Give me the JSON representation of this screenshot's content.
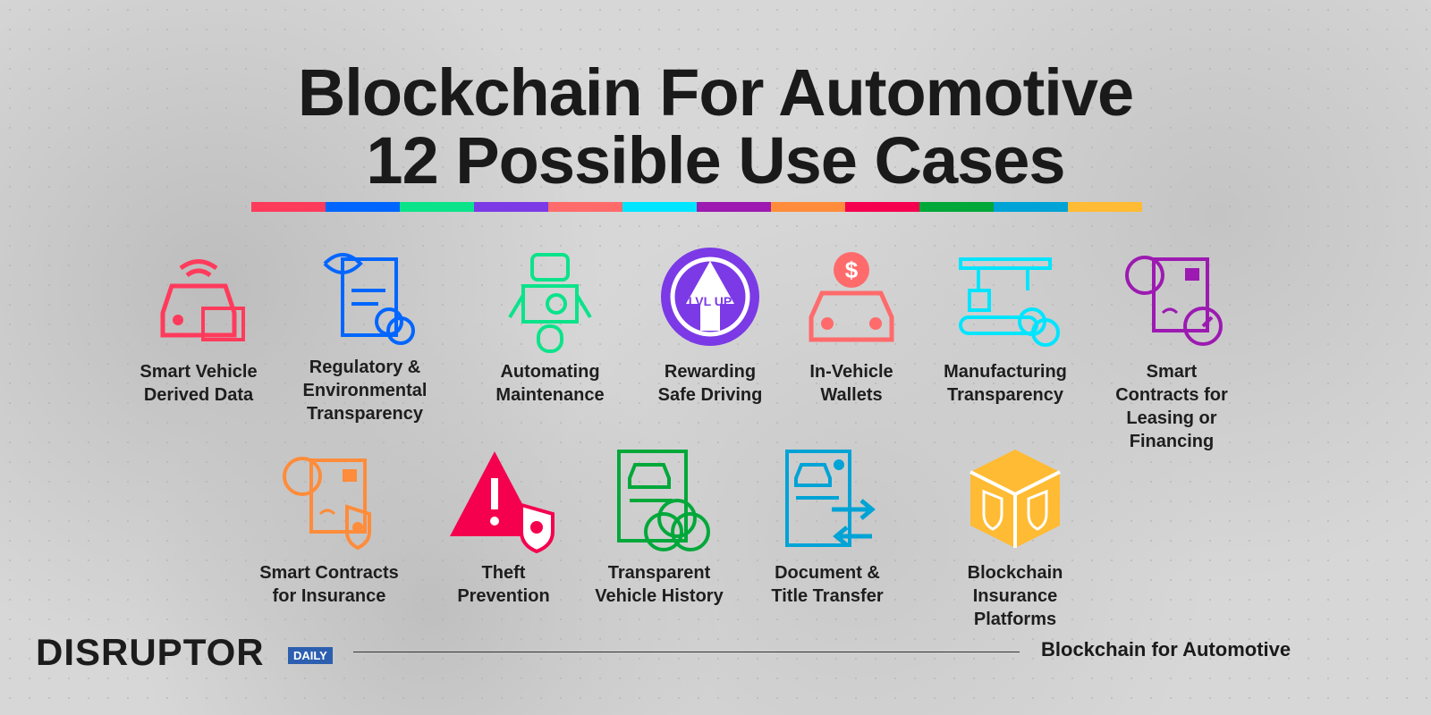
{
  "title_line1": "Blockchain For Automotive",
  "title_line2": "12 Possible Use Cases",
  "color_bar": [
    "#ff3b5c",
    "#0066ff",
    "#0be38a",
    "#7b3ae6",
    "#ff6b6b",
    "#00e5ff",
    "#9c1ab1",
    "#ff8c3a",
    "#f5004f",
    "#00a83a",
    "#00a3d6",
    "#ffbb33"
  ],
  "use_cases": [
    {
      "label": "Smart Vehicle\nDerived Data",
      "icon": "connected-car-icon",
      "color": "#ff3b5c"
    },
    {
      "label": "Regulatory &\nEnvironmental\nTransparency",
      "icon": "eco-document-icon",
      "color": "#0066ff"
    },
    {
      "label": "Automating\nMaintenance",
      "icon": "robot-icon",
      "color": "#0be38a"
    },
    {
      "label": "Rewarding\nSafe Driving",
      "icon": "level-up-badge-icon",
      "color": "#7b3ae6",
      "badge_text": "LVL UP"
    },
    {
      "label": "In-Vehicle\nWallets",
      "icon": "car-dollar-icon",
      "color": "#ff6b6b",
      "badge_text": "$"
    },
    {
      "label": "Manufacturing\nTransparency",
      "icon": "assembly-line-icon",
      "color": "#00e5ff"
    },
    {
      "label": "Smart\nContracts for\nLeasing or\nFinancing",
      "icon": "brain-contract-timer-icon",
      "color": "#9c1ab1"
    },
    {
      "label": "Smart Contracts\nfor Insurance",
      "icon": "brain-contract-shield-icon",
      "color": "#ff8c3a"
    },
    {
      "label": "Theft\nPrevention",
      "icon": "warning-shield-icon",
      "color": "#f5004f",
      "badge_text": "!"
    },
    {
      "label": "Transparent\nVehicle History",
      "icon": "car-document-icon",
      "color": "#00a83a"
    },
    {
      "label": "Document  &\nTitle Transfer",
      "icon": "document-transfer-icon",
      "color": "#00a3d6"
    },
    {
      "label": "Blockchain\nInsurance Platforms",
      "icon": "block-cube-icon",
      "color": "#ffbb33"
    }
  ],
  "logo": {
    "name": "DISRUPTOR",
    "tag": "DAILY"
  },
  "footer_text": "Blockchain for Automotive"
}
